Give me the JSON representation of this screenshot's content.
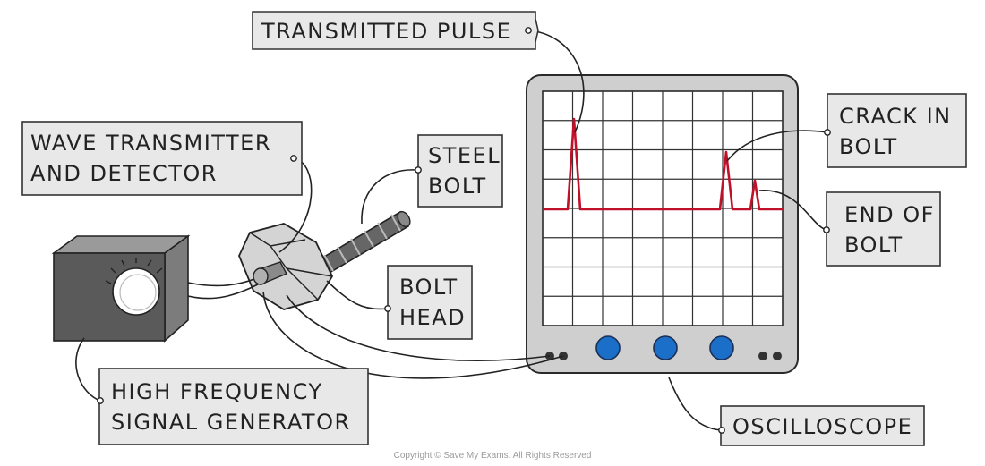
{
  "labels": {
    "transmitted_pulse": "TRANSMITTED PULSE",
    "wave_transmitter_line1": "WAVE TRANSMITTER",
    "wave_transmitter_line2": "AND DETECTOR",
    "steel_bolt_line1": "STEEL",
    "steel_bolt_line2": "BOLT",
    "bolt_head_line1": "BOLT",
    "bolt_head_line2": "HEAD",
    "crack_line1": "CRACK IN",
    "crack_line2": "BOLT",
    "end_line1": "END OF",
    "end_line2": "BOLT",
    "signal_gen_line1": "HIGH FREQUENCY",
    "signal_gen_line2": "SIGNAL GENERATOR",
    "oscilloscope": "OSCILLOSCOPE"
  },
  "copyright": "Copyright © Save My Exams. All Rights Reserved",
  "colors": {
    "trace": "#c0102a",
    "knob": "#1c6fc9",
    "screen_frame": "#c9c9c9",
    "label_box": "#e8e8e8",
    "generator_front": "#5a5a5a",
    "generator_side": "#7c7c7c"
  }
}
